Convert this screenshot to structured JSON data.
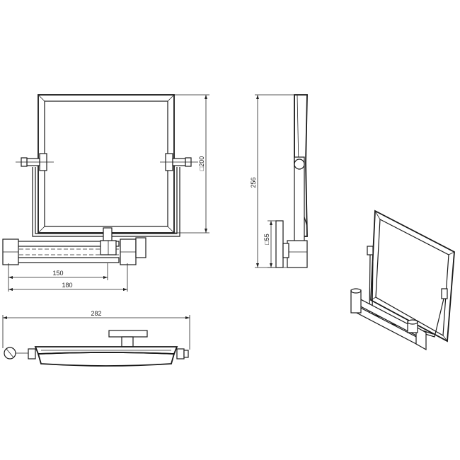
{
  "dimensions": {
    "mirror_size": "□200",
    "overall_height": "256",
    "wall_plate": "□55",
    "arm_150": "150",
    "arm_180": "180",
    "overall_width": "282"
  }
}
